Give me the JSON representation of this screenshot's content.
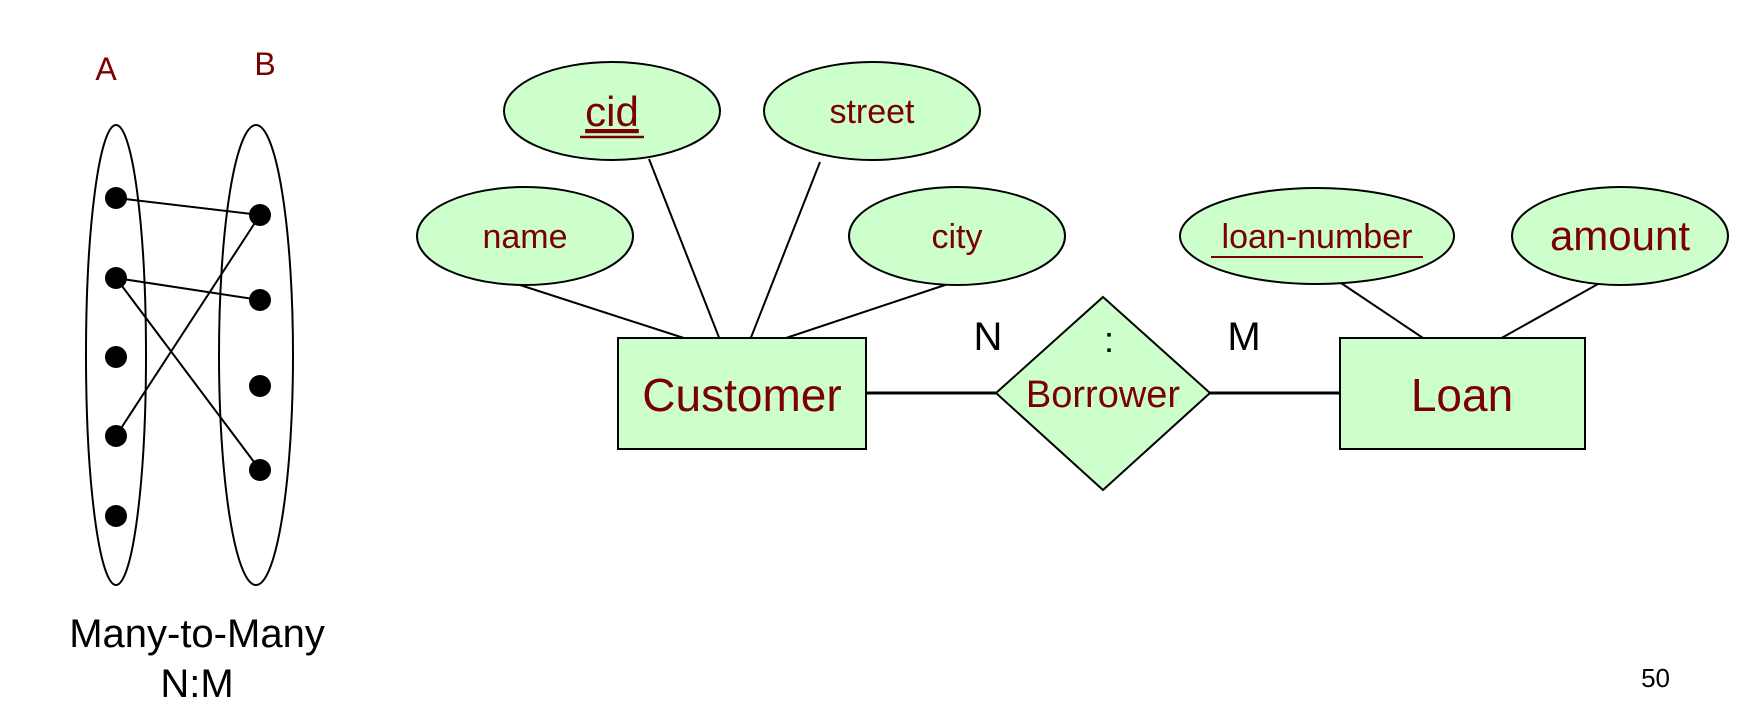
{
  "mapping": {
    "set_a_label": "A",
    "set_b_label": "B",
    "caption_line1": "Many-to-Many",
    "caption_line2": "N:M"
  },
  "er": {
    "entities": {
      "customer": "Customer",
      "loan": "Loan"
    },
    "relationship": {
      "name": "Borrower",
      "colon": ":",
      "left_cardinality": "N",
      "right_cardinality": "M"
    },
    "attributes": {
      "cid": "cid",
      "street": "street",
      "name": "name",
      "city": "city",
      "loan_number": "loan-number",
      "amount": "amount"
    }
  },
  "page_number": "50",
  "colors": {
    "text": "#7b0000",
    "fill": "#ccffcc",
    "stroke": "#000000"
  }
}
